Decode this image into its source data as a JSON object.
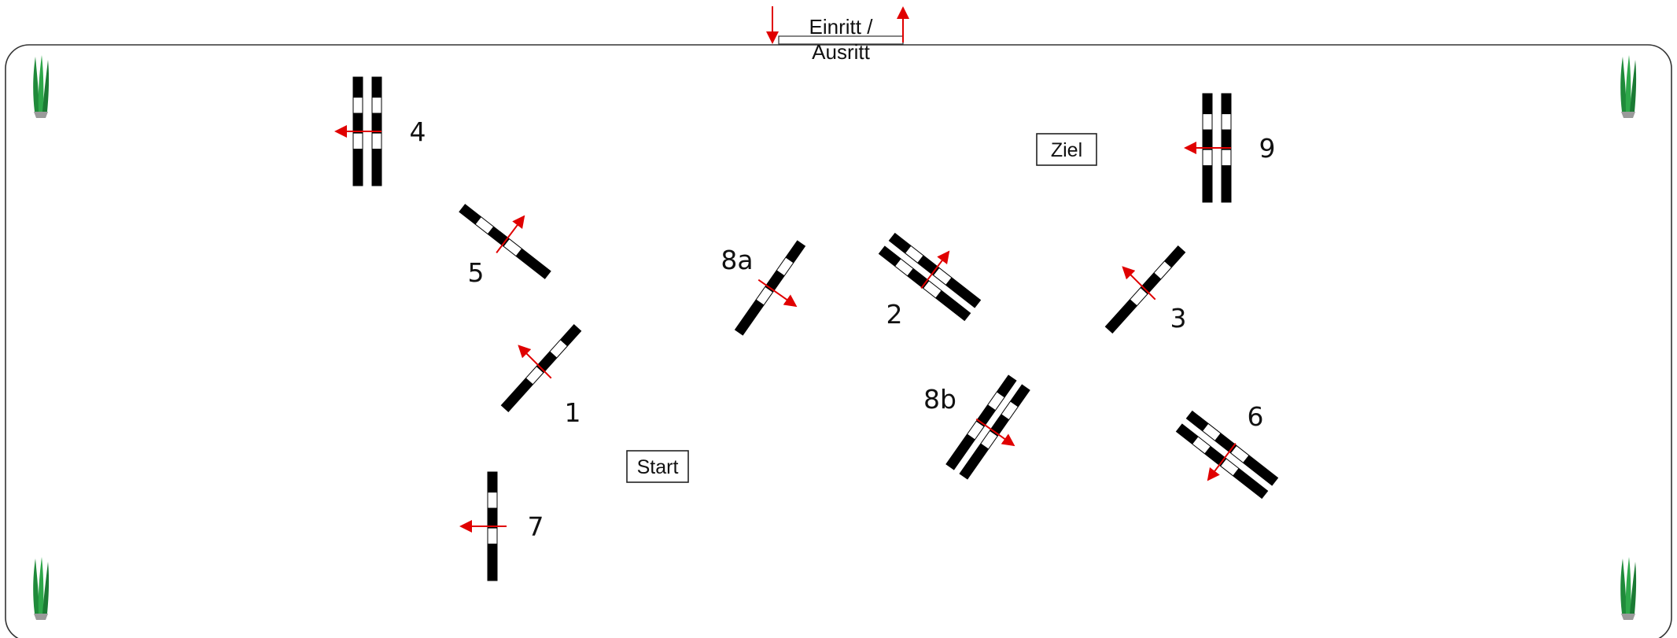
{
  "entrance": {
    "line1": "Einritt /",
    "line2": "Ausritt"
  },
  "labels": {
    "start": "Start",
    "finish": "Ziel"
  },
  "obstacles": [
    {
      "id": "1",
      "label": "1",
      "bars": 1,
      "direction": "diagonal"
    },
    {
      "id": "2",
      "label": "2",
      "bars": 2,
      "direction": "diagonal"
    },
    {
      "id": "3",
      "label": "3",
      "bars": 1,
      "direction": "diagonal"
    },
    {
      "id": "4",
      "label": "4",
      "bars": 2,
      "direction": "vertical"
    },
    {
      "id": "5",
      "label": "5",
      "bars": 1,
      "direction": "diagonal"
    },
    {
      "id": "6",
      "label": "6",
      "bars": 2,
      "direction": "diagonal"
    },
    {
      "id": "7",
      "label": "7",
      "bars": 1,
      "direction": "vertical"
    },
    {
      "id": "8a",
      "label": "8a",
      "bars": 1,
      "direction": "diagonal"
    },
    {
      "id": "8b",
      "label": "8b",
      "bars": 2,
      "direction": "diagonal"
    },
    {
      "id": "9",
      "label": "9",
      "bars": 2,
      "direction": "vertical"
    }
  ],
  "decorations": {
    "corner_plants": 4,
    "icon": "plant-pot-icon"
  },
  "colors": {
    "arrow": "#e00000",
    "arena_border": "#333333",
    "pole_dark": "#000000",
    "pole_light": "#ffffff"
  }
}
